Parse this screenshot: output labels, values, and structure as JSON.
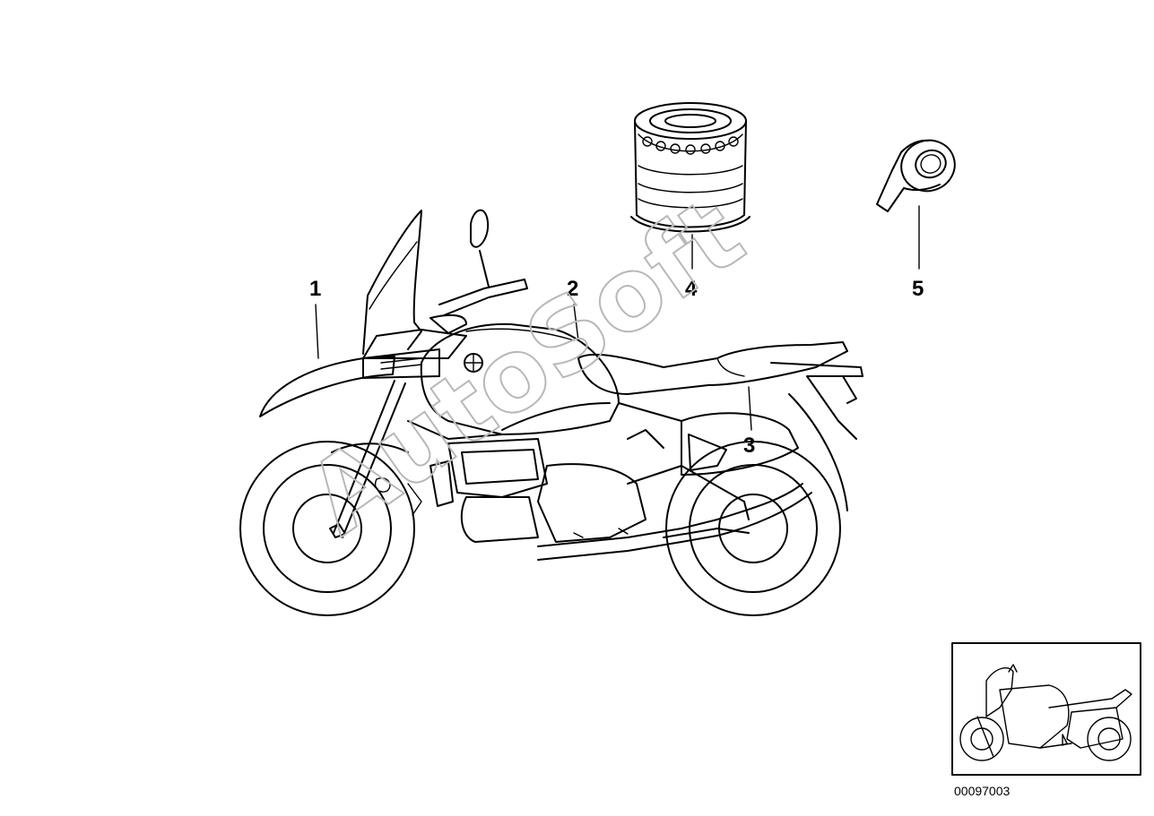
{
  "callouts": [
    {
      "id": "1",
      "label": "1"
    },
    {
      "id": "2",
      "label": "2"
    },
    {
      "id": "3",
      "label": "3"
    },
    {
      "id": "4",
      "label": "4"
    },
    {
      "id": "5",
      "label": "5"
    }
  ],
  "diagram_number": "00097003",
  "watermark": "AutoSoft"
}
